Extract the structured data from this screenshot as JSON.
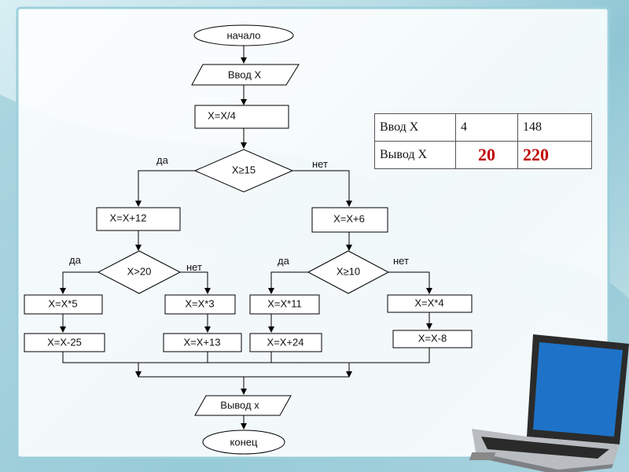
{
  "flowchart": {
    "start": "начало",
    "input": "Ввод X",
    "step1": "X=X/4",
    "cond1": "X≥15",
    "cond1_yes": "да",
    "cond1_no": "нет",
    "yes_branch": "X=X+12",
    "no_branch": "X=X+6",
    "cond2": "X>20",
    "cond2_yes": "да",
    "cond2_no": "нет",
    "cond3": "X≥10",
    "cond3_yes": "да",
    "cond3_no": "нет",
    "a1": "X=X*5",
    "a2": "X=X-25",
    "b1": "X=X*3",
    "b2": "X=X+13",
    "c1": "X=X*11",
    "c2": "X=X+24",
    "d1": "X=X*4",
    "d2": "X=X-8",
    "output": "Вывод x",
    "end": "конец"
  },
  "table": {
    "row1_label": "Ввод  X",
    "row1_v1": "4",
    "row1_v2": "148",
    "row2_label": "Вывод  X",
    "row2_v1": "20",
    "row2_v2": "220"
  },
  "colors": {
    "output_values": "#c00000",
    "panel": "#ffffff",
    "lines": "#000000"
  }
}
